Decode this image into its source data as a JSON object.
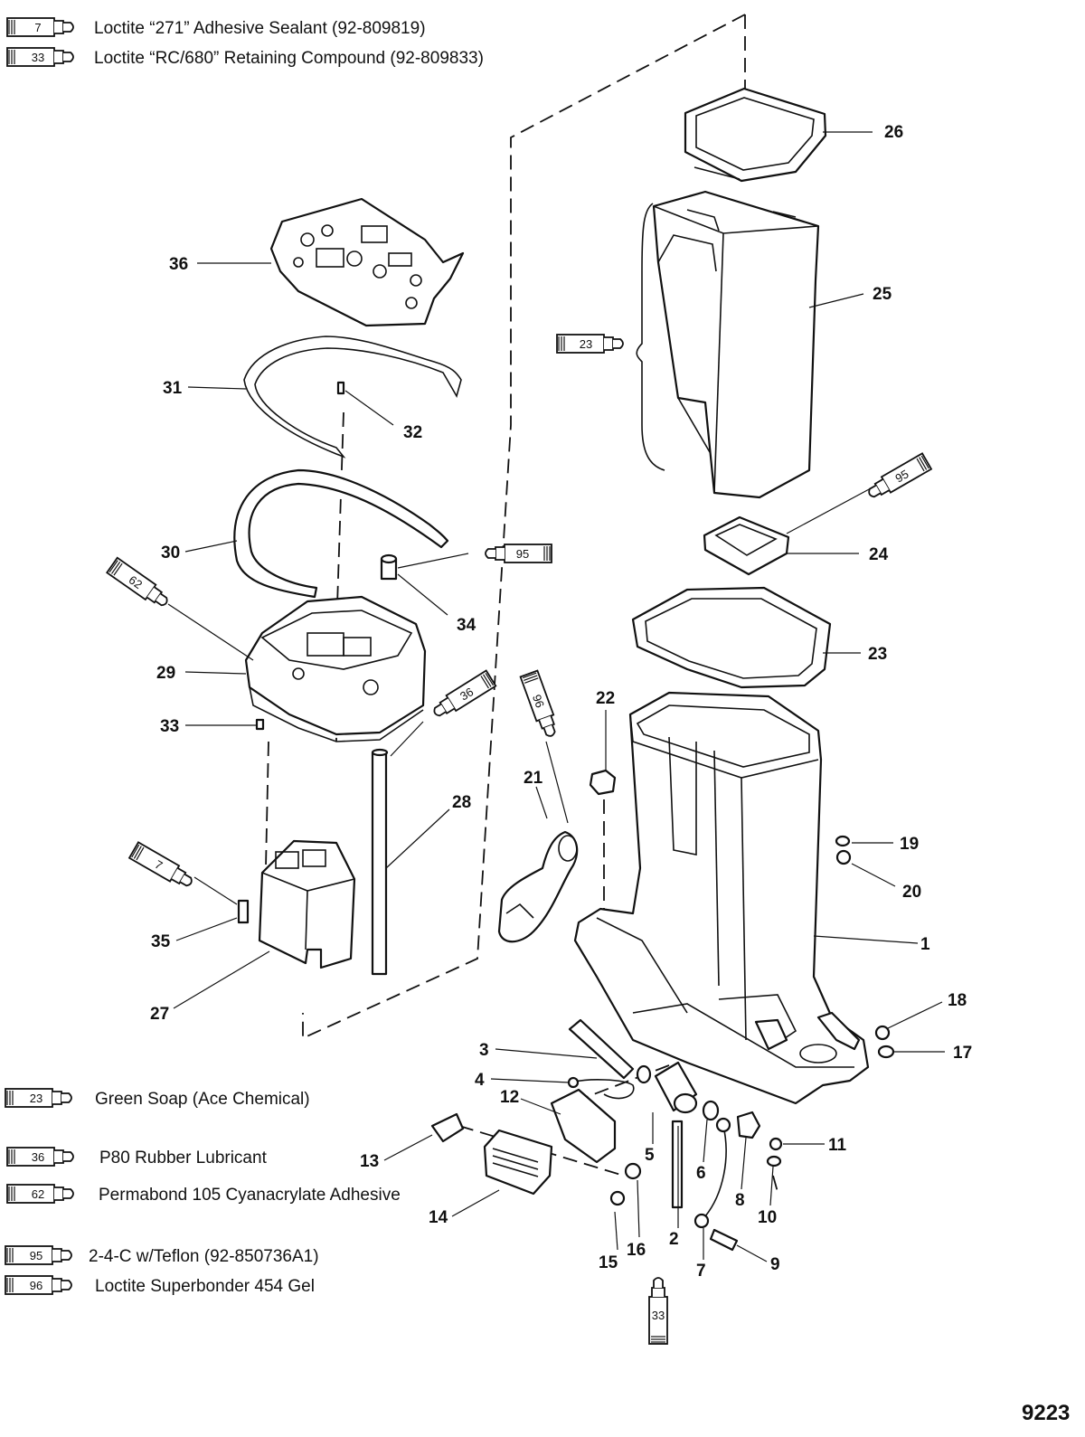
{
  "figure_number": "9223",
  "legend_top": [
    {
      "num": "7",
      "text": "Loctite “271” Adhesive Sealant (92-809819)"
    },
    {
      "num": "33",
      "text": "Loctite “RC/680” Retaining Compound (92-809833)"
    }
  ],
  "legend_bottom": [
    {
      "num": "23",
      "text": "Green Soap (Ace Chemical)"
    },
    {
      "num": "36",
      "text": "P80 Rubber Lubricant"
    },
    {
      "num": "62",
      "text": "Permabond 105 Cyanacrylate Adhesive"
    },
    {
      "num": "95",
      "text": "2-4-C w/Teflon (92-850736A1)"
    },
    {
      "num": "96",
      "text": "Loctite Superbonder 454 Gel"
    }
  ],
  "tube_callouts": [
    "23",
    "95",
    "95",
    "62",
    "96",
    "36",
    "7",
    "33"
  ],
  "part_callouts": [
    "1",
    "2",
    "3",
    "4",
    "5",
    "6",
    "7",
    "8",
    "9",
    "10",
    "11",
    "12",
    "13",
    "14",
    "15",
    "16",
    "17",
    "18",
    "19",
    "20",
    "21",
    "22",
    "23",
    "24",
    "25",
    "26",
    "27",
    "28",
    "29",
    "30",
    "31",
    "32",
    "33",
    "34",
    "35",
    "36"
  ]
}
